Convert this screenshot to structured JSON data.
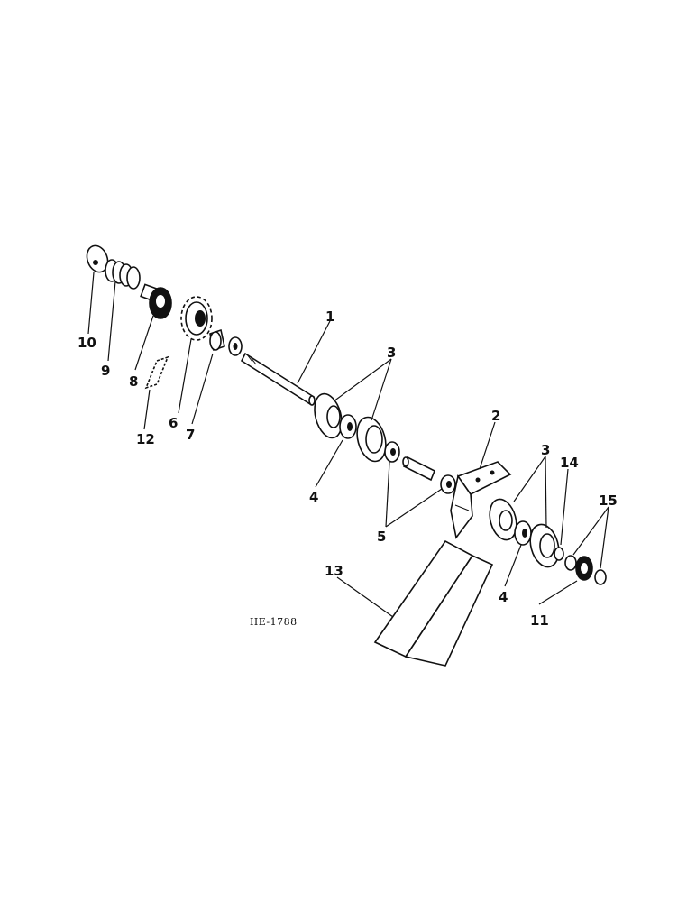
{
  "figure_id": "IIE-1788",
  "callouts": {
    "c1": "1",
    "c2": "2",
    "c3a": "3",
    "c3b": "3",
    "c4a": "4",
    "c4b": "4",
    "c5": "5",
    "c6": "6",
    "c7": "7",
    "c8": "8",
    "c9": "9",
    "c10": "10",
    "c11": "11",
    "c12": "12",
    "c13": "13",
    "c14": "14",
    "c15": "15"
  }
}
